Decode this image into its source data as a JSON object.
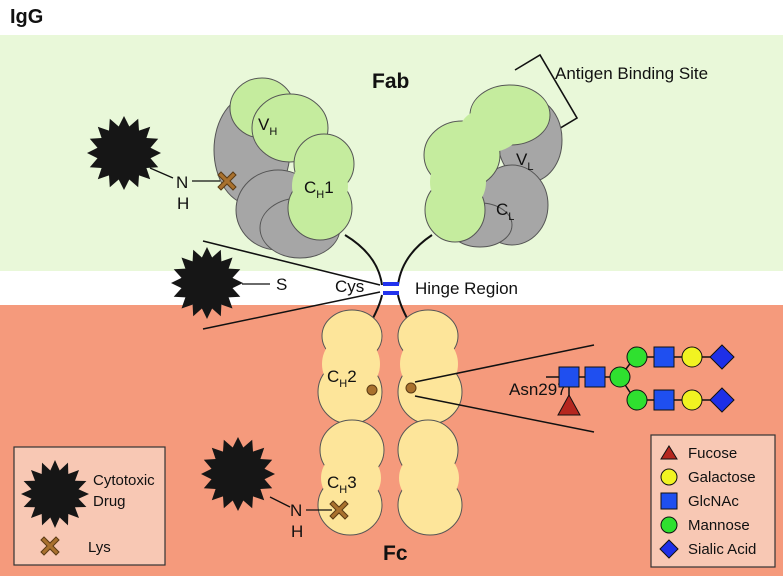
{
  "title": "IgG",
  "regions": {
    "fab": "Fab",
    "fc": "Fc",
    "hinge": "Hinge Region",
    "antigen_site": "Antigen Binding Site"
  },
  "domains": {
    "vh": {
      "main": "V",
      "sub": "H"
    },
    "ch1": {
      "main": "C",
      "sub": "H",
      "tail": "1"
    },
    "vl": {
      "main": "V",
      "sub": "L"
    },
    "cl": {
      "main": "C",
      "sub": "L"
    },
    "ch2": {
      "main": "C",
      "sub": "H",
      "tail": "2"
    },
    "ch3": {
      "main": "C",
      "sub": "H",
      "tail": "3"
    }
  },
  "labels": {
    "n_top": "N",
    "h_top": "H",
    "s": "S",
    "cys": "Cys",
    "asn297": "Asn297",
    "n_bottom": "N",
    "h_bottom": "H"
  },
  "legend_left": {
    "drug": [
      "Cytotoxic",
      "Drug"
    ],
    "lys": "Lys"
  },
  "legend_right": [
    "Fucose",
    "Galactose",
    "GlcNAc",
    "Mannose",
    "Sialic Acid"
  ],
  "colors": {
    "fab_bg": "#e9f8d9",
    "fc_bg": "#f59a7c",
    "legend_bg": "#f8c8b4",
    "light_green": "#c5ec9e",
    "gray": "#a6a6a6",
    "yellow": "#fde59a",
    "fucose": "#b5271f",
    "galactose": "#f1f321",
    "glcnac": "#1f4ff0",
    "mannose": "#2fe02f",
    "sialic": "#1e2fe8",
    "lys": "#a9712e",
    "drug": "#161616",
    "bond": "#2233ee"
  }
}
